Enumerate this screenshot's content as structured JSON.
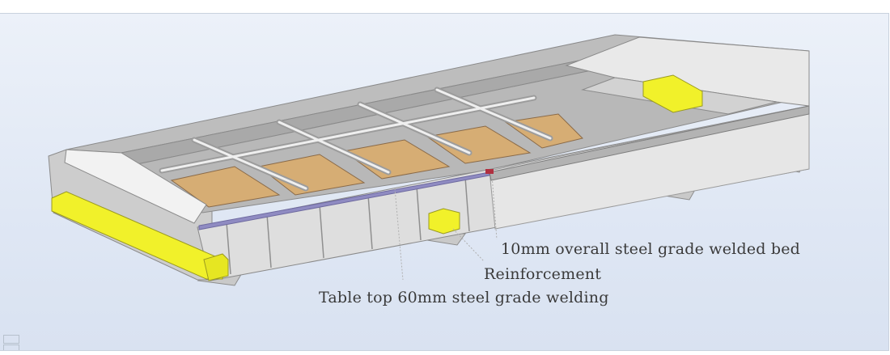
{
  "annotations": {
    "bed": "10mm overall steel grade welded bed",
    "reinforcement": "Reinforcement",
    "tabletop": "Table top 60mm steel grade welding"
  },
  "colors": {
    "viewport_bg": "#e2e9f5",
    "steel_light": "#efefef",
    "steel_mid": "#cfcfcf",
    "steel_dark": "#9c9c9c",
    "pad_yellow": "#f1f12a",
    "plate_tan": "#d6ad74",
    "rail_purple": "#8f8bc2",
    "marker_red": "#b03040"
  },
  "icons": [
    "view-orientation-triad-icon"
  ]
}
